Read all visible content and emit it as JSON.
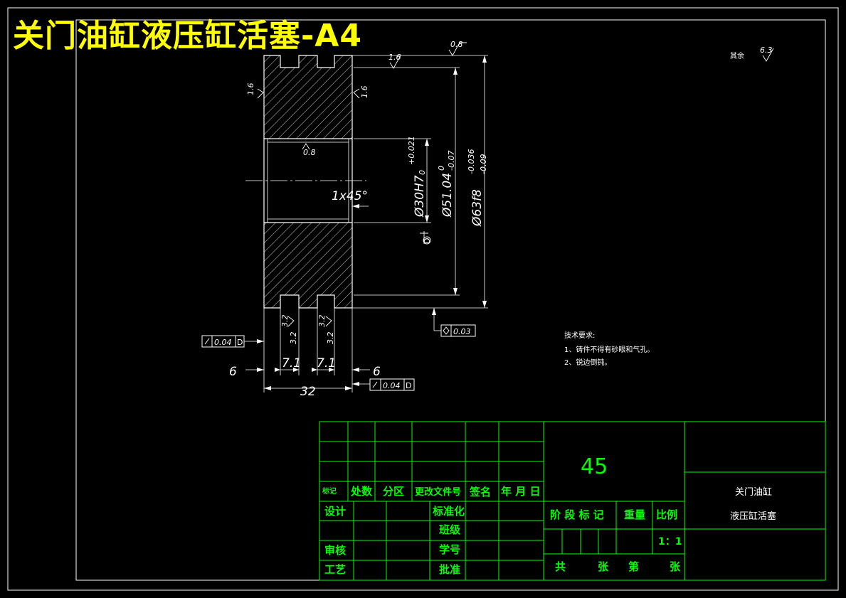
{
  "drawing_title": "关门油缸液压缸活塞-A4",
  "roughness": {
    "top": "0.8",
    "general_label": "其余",
    "general_value": "6.3",
    "top_face": "1.6",
    "left_face": "1.6",
    "right_face": "1.6",
    "bore": "0.8",
    "groove_left_a": "3.2",
    "groove_left_b": "3.2",
    "groove_right_a": "3.2",
    "groove_right_b": "3.2"
  },
  "dimensions": {
    "chamfer": "1x45°",
    "bore": "Ø30H7",
    "bore_upper": "+0.021",
    "bore_lower": "0",
    "groove_dia": "Ø51.04",
    "groove_dia_upper": "0",
    "groove_dia_lower": "-0.07",
    "outer_dia": "Ø63f8",
    "outer_upper": "-0.036",
    "outer_lower": "-0.09",
    "left_edge": "6",
    "groove1": "7.1",
    "groove2": "7.1",
    "right_edge": "6",
    "width": "32"
  },
  "tolerances": {
    "left": "0.04",
    "left_datum": "D",
    "right": "0.04",
    "right_datum": "D",
    "cyl": "0.03"
  },
  "datum_label": "D",
  "tech": {
    "heading": "技术要求:",
    "line1": "1、铸件不得有砂眼和气孔。",
    "line2": "2、锐边倒钝。"
  },
  "title_block": {
    "material": "45",
    "part_name_1": "关门油缸",
    "part_name_2": "液压缸活塞",
    "rev_headers": [
      "标记",
      "处数",
      "分区",
      "更改文件号",
      "签名",
      "年 月 日"
    ],
    "design": "设计",
    "standardize": "标准化",
    "review": "审核",
    "process": "工艺",
    "class_level": "班级",
    "student_id": "学号",
    "approve": "批准",
    "stage_label": "阶 段 标 记",
    "weight_label": "重量",
    "scale_label": "比例",
    "scale_value": "1：1",
    "sheets_total": "共",
    "sheets_unit1": "张",
    "sheet_no": "第",
    "sheets_unit2": "张"
  }
}
